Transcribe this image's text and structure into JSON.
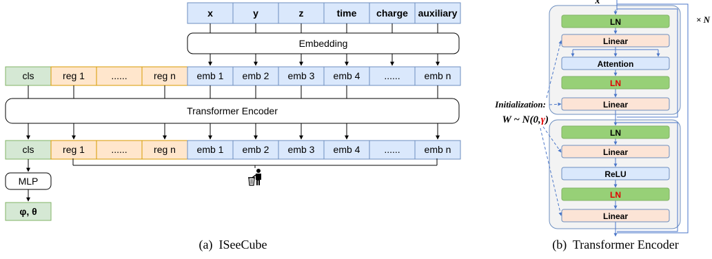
{
  "panel_a": {
    "inputs": [
      "x",
      "y",
      "z",
      "time",
      "charge",
      "auxiliary"
    ],
    "embedding_label": "Embedding",
    "row_top": [
      "cls",
      "reg 1",
      "......",
      "reg n",
      "emb 1",
      "emb 2",
      "emb 3",
      "emb 4",
      "......",
      "emb n"
    ],
    "encoder_label": "Transformer Encoder",
    "row_bottom": [
      "cls",
      "reg 1",
      "......",
      "reg n",
      "emb 1",
      "emb 2",
      "emb 3",
      "emb 4",
      "......",
      "emb n"
    ],
    "mlp_label": "MLP",
    "output_label": "φ, θ",
    "caption": "(a)  ISeeCube"
  },
  "panel_b": {
    "input_symbol": "x",
    "repeat_label": "× N",
    "block1": [
      "LN",
      "Linear",
      "Attention",
      "LN",
      "Linear"
    ],
    "block2": [
      "LN",
      "Linear",
      "ReLU",
      "LN",
      "Linear"
    ],
    "init_label": "Initialization:",
    "init_formula_prefix": "W ~ N(0,",
    "init_formula_gamma": "γ",
    "init_formula_suffix": ")",
    "caption": "(b)  Transformer Encoder"
  },
  "colors": {
    "blue_fill": "#dae8fc",
    "blue_stroke": "#6c8ebf",
    "orange_fill": "#ffe6cc",
    "orange_stroke": "#d79b00",
    "green_fill": "#d5e8d4",
    "green_stroke": "#82b366",
    "ln_fill": "#97d077",
    "linear_fill": "#fce4d6",
    "red_text": "#e00000",
    "panel_fill": "#f3f3f3",
    "panel_stroke": "#6c8ebf"
  }
}
